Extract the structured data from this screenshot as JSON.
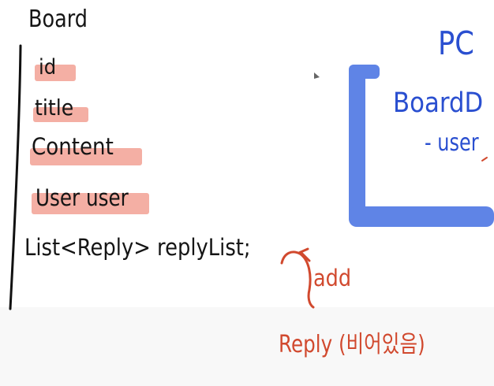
{
  "left_panel": {
    "title": "Board",
    "fields": [
      "id",
      "title",
      "Content",
      "User user"
    ],
    "list_line": "List<Reply> replyList;"
  },
  "right_panel": {
    "pc_label": "PC",
    "board_label": "BoardD",
    "user_label": "- user"
  },
  "annotations": {
    "add": "add",
    "reply": "Reply (비어있음)"
  }
}
